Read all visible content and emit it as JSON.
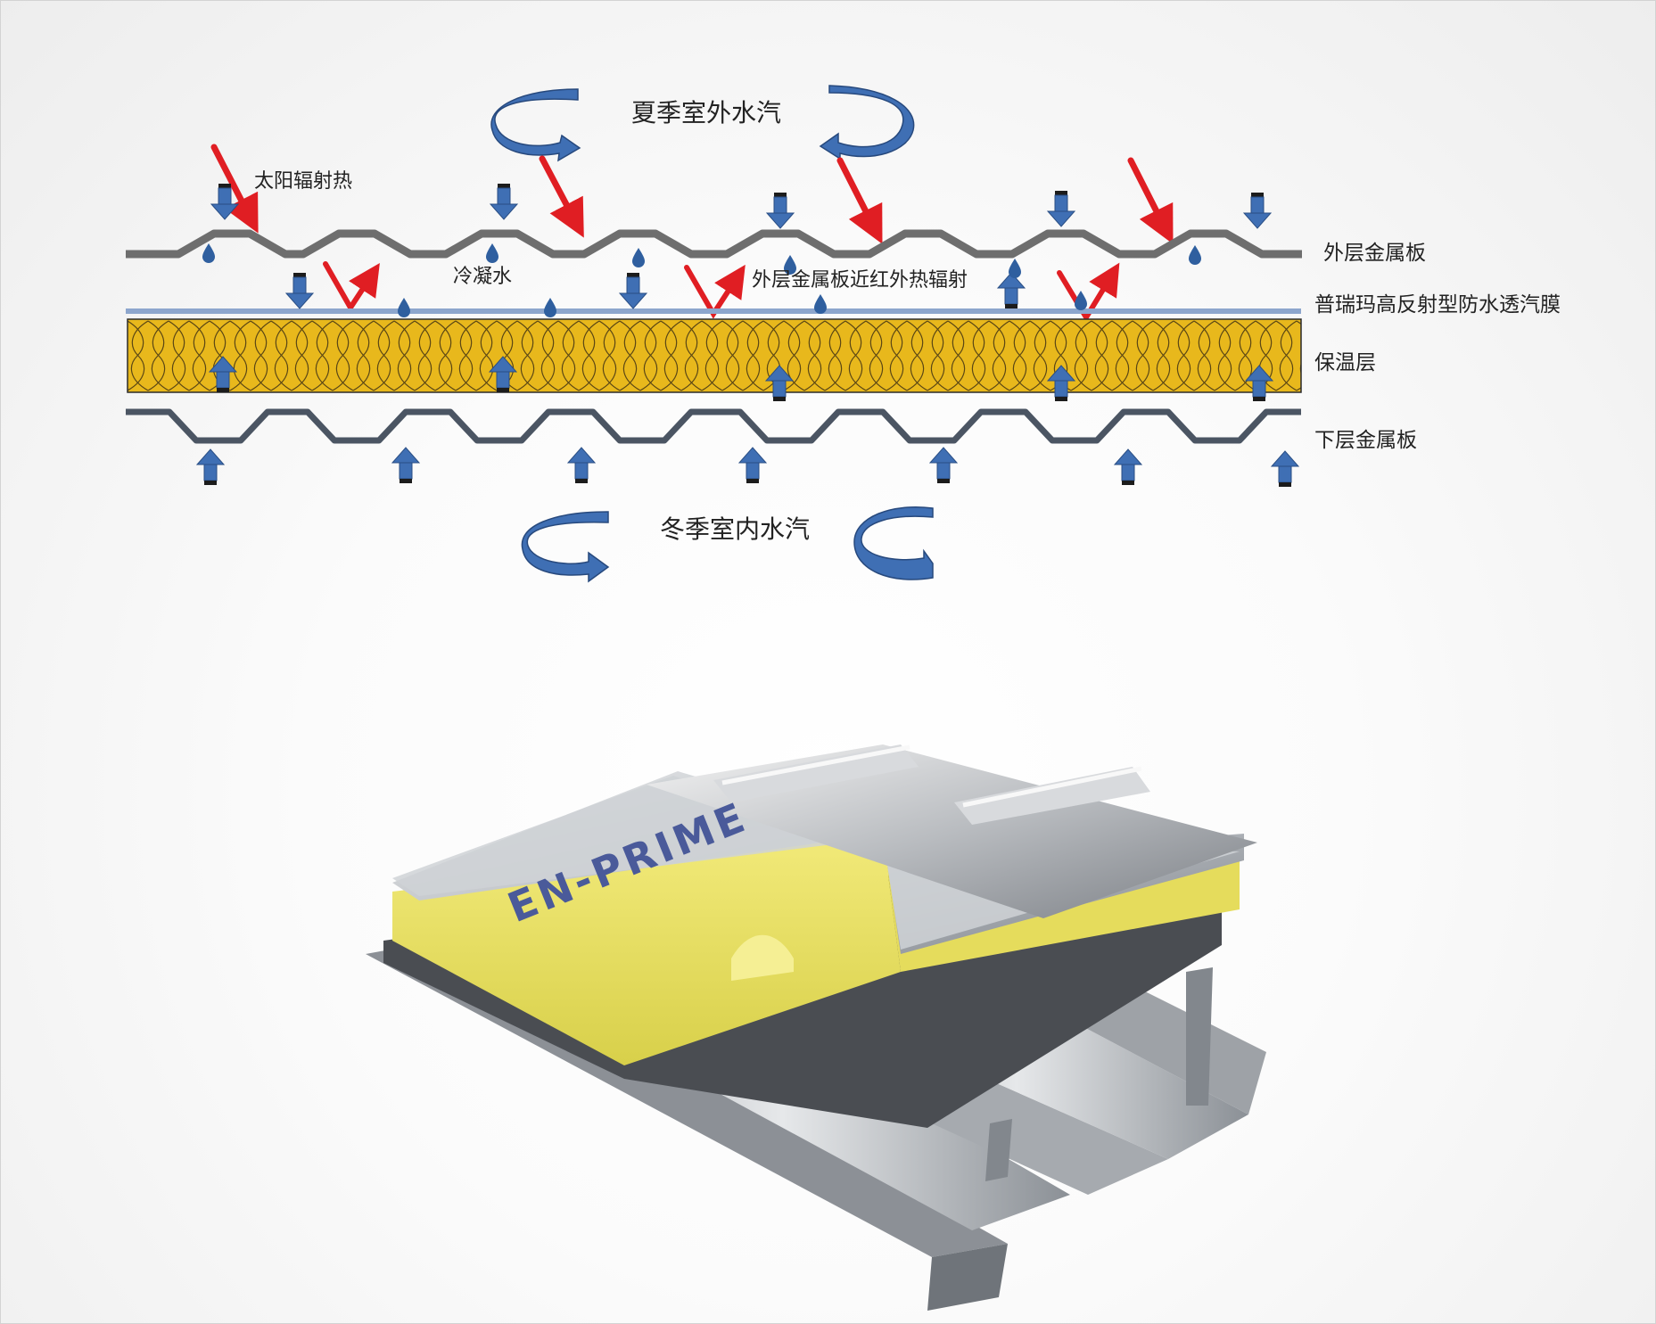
{
  "labels": {
    "summer_vapor": "夏季室外水汽",
    "solar_heat": "太阳辐射热",
    "condensation": "冷凝水",
    "ir_radiation": "外层金属板近红外热辐射",
    "winter_vapor": "冬季室内水汽"
  },
  "layers": {
    "outer_sheet": "外层金属板",
    "membrane": "普瑞玛高反射型防水透汽膜",
    "insulation": "保温层",
    "inner_sheet": "下层金属板"
  },
  "logo_text": "EN-PRIME",
  "colors": {
    "arrow_blue": "#3f6fb4",
    "red_ray": "#e01e23",
    "insulation_yellow": "#e8b81c",
    "sheet_gray": "#6e6e6e",
    "membrane_blue": "#8da6cd",
    "inner_sheet_gray": "#4b5563"
  }
}
